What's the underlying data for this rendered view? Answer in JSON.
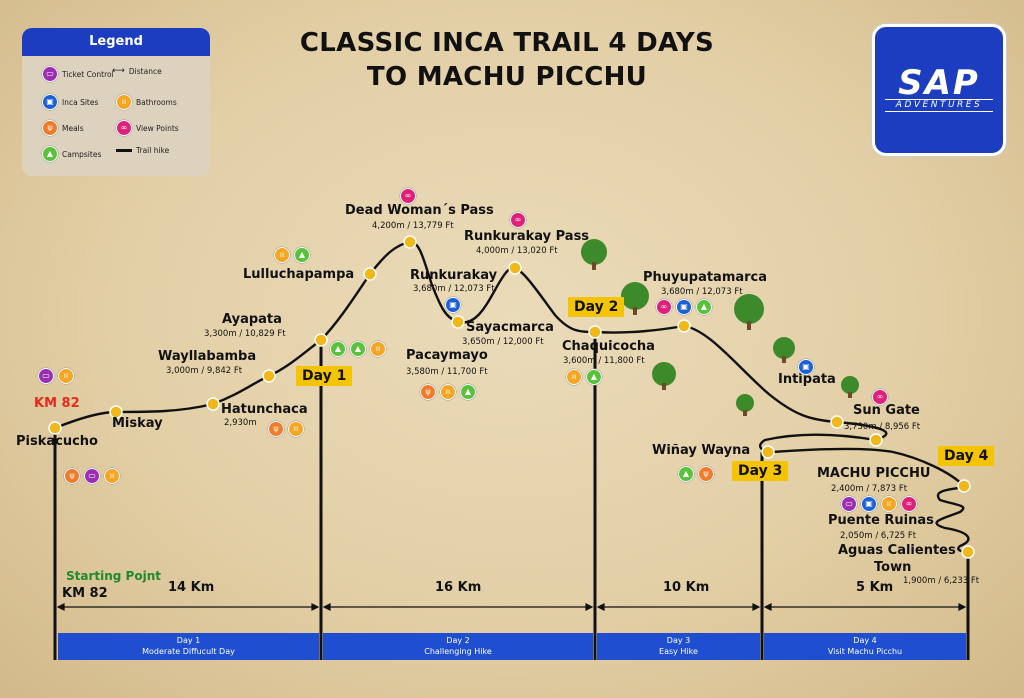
{
  "title": {
    "line1": "CLASSIC INCA TRAIL 4 DAYS",
    "line2": "TO MACHU PICCHU"
  },
  "legend": {
    "heading": "Legend",
    "items": [
      {
        "label": "Ticket Control",
        "icon": "ticket-icon",
        "color": "#9b2fb0"
      },
      {
        "label": "Distance",
        "icon": "double-arrow-icon",
        "color": "#111111"
      },
      {
        "label": "Inca Sites",
        "icon": "ruins-icon",
        "color": "#1c5fd6"
      },
      {
        "label": "Bathrooms",
        "icon": "bathroom-icon",
        "color": "#f5a623"
      },
      {
        "label": "Meals",
        "icon": "meal-icon",
        "color": "#f07c2a"
      },
      {
        "label": "View Points",
        "icon": "binoculars-icon",
        "color": "#e0217a"
      },
      {
        "label": "Campsites",
        "icon": "tent-icon",
        "color": "#59c23a"
      },
      {
        "label": "Trail hike",
        "icon": "trail-line-icon",
        "color": "#111111"
      }
    ]
  },
  "logo": {
    "big": "SAP",
    "small": "ADVENTURES"
  },
  "places": [
    {
      "name": "Piskacucho",
      "elev": ""
    },
    {
      "name": "Miskay",
      "elev": ""
    },
    {
      "name": "Hatunchaca",
      "elev": "2,930m"
    },
    {
      "name": "Wayllabamba",
      "elev": "3,000m / 9,842 Ft"
    },
    {
      "name": "Ayapata",
      "elev": "3,300m / 10,829 Ft"
    },
    {
      "name": "Lulluchapampa",
      "elev": ""
    },
    {
      "name": "Dead Woman´s Pass",
      "elev": "4,200m / 13,779 Ft"
    },
    {
      "name": "Pacaymayo",
      "elev": "3,580m / 11,700 Ft"
    },
    {
      "name": "Runkurakay",
      "elev": "3,680m / 12,073 Ft"
    },
    {
      "name": "Runkurakay Pass",
      "elev": "4,000m / 13,020 Ft"
    },
    {
      "name": "Sayacmarca",
      "elev": "3,650m / 12,000 Ft"
    },
    {
      "name": "Chaquicocha",
      "elev": "3,600m / 11,800 Ft"
    },
    {
      "name": "Phuyupatamarca",
      "elev": "3,680m / 12,073 Ft"
    },
    {
      "name": "Intipata",
      "elev": ""
    },
    {
      "name": "Wiñay Wayna",
      "elev": ""
    },
    {
      "name": "Sun Gate",
      "elev": "3,730m / 8,956 Ft"
    },
    {
      "name": "MACHU PICCHU",
      "elev": "2,400m / 7,873 Ft"
    },
    {
      "name": "Puente Ruinas",
      "elev": "2,050m / 6,725 Ft"
    },
    {
      "name": "Aguas Calientes",
      "elev": "Town"
    },
    {
      "name": "",
      "elev": "1,900m / 6,233 Ft"
    }
  ],
  "markers": {
    "km82_top": "KM 82",
    "starting_point": "Starting Pojnt",
    "km82_bottom": "KM 82"
  },
  "days": [
    "Day 1",
    "Day 2",
    "Day 3",
    "Day 4"
  ],
  "distances": [
    "14 Km",
    "16 Km",
    "10 Km",
    "5 Km"
  ],
  "segments": [
    {
      "day": "Day 1",
      "desc": "Moderate Diffucult Day"
    },
    {
      "day": "Day 2",
      "desc": "Challenging Hike"
    },
    {
      "day": "Day 3",
      "desc": "Easy Hike"
    },
    {
      "day": "Day 4",
      "desc": "Visit Machu Picchu"
    }
  ],
  "colors": {
    "primary_blue": "#1f4fd0",
    "day_yellow": "#f5c400",
    "trail_dot": "#f2b81a",
    "tree_green": "#3d8a2a"
  }
}
